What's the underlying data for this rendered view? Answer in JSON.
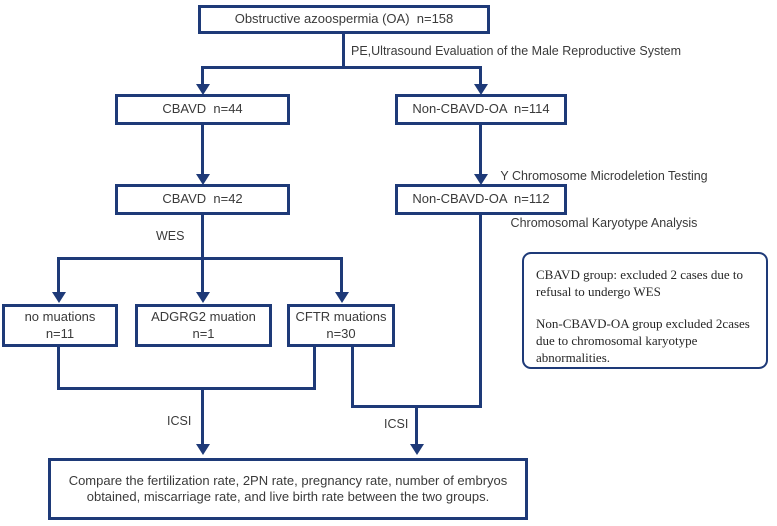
{
  "figure": {
    "background": "#ffffff",
    "line_color": "#1e3a78",
    "text_color": "#3a3a3a",
    "nodes": {
      "oa": {
        "label": "Obstructive azoospermia (OA)  n=158"
      },
      "cbavd_44": {
        "label": "CBAVD  n=44"
      },
      "non_cbavd_114": {
        "label": "Non-CBAVD-OA  n=114"
      },
      "cbavd_42": {
        "label": "CBAVD  n=42"
      },
      "non_cbavd_112": {
        "label": "Non-CBAVD-OA  n=112"
      },
      "no_mutations": {
        "line1": "no muations",
        "line2": "n=11"
      },
      "adgrg2": {
        "line1": "ADGRG2 muation",
        "line2": "n=1"
      },
      "cftr": {
        "line1": "CFTR muations",
        "line2": "n=30"
      },
      "compare": {
        "line1": "Compare the fertilization rate, 2PN rate, pregnancy rate, number of embryos",
        "line2": "obtained, miscarriage rate, and live birth rate between the two groups."
      }
    },
    "edge_labels": {
      "pe_ultrasound": "PE,Ultrasound Evaluation of the Male Reproductive System",
      "y_chromosome_line1": "Y Chromosome Microdeletion Testing",
      "y_chromosome_line2": "Chromosomal Karyotype Analysis",
      "wes": "WES",
      "icsi_left": "ICSI",
      "icsi_right": "ICSI"
    },
    "note": {
      "paragraph1": "CBAVD group: excluded 2 cases due to refusal to undergo WES",
      "paragraph2": "Non-CBAVD-OA group excluded 2cases  due to chromosomal karyotype abnormalities."
    }
  }
}
